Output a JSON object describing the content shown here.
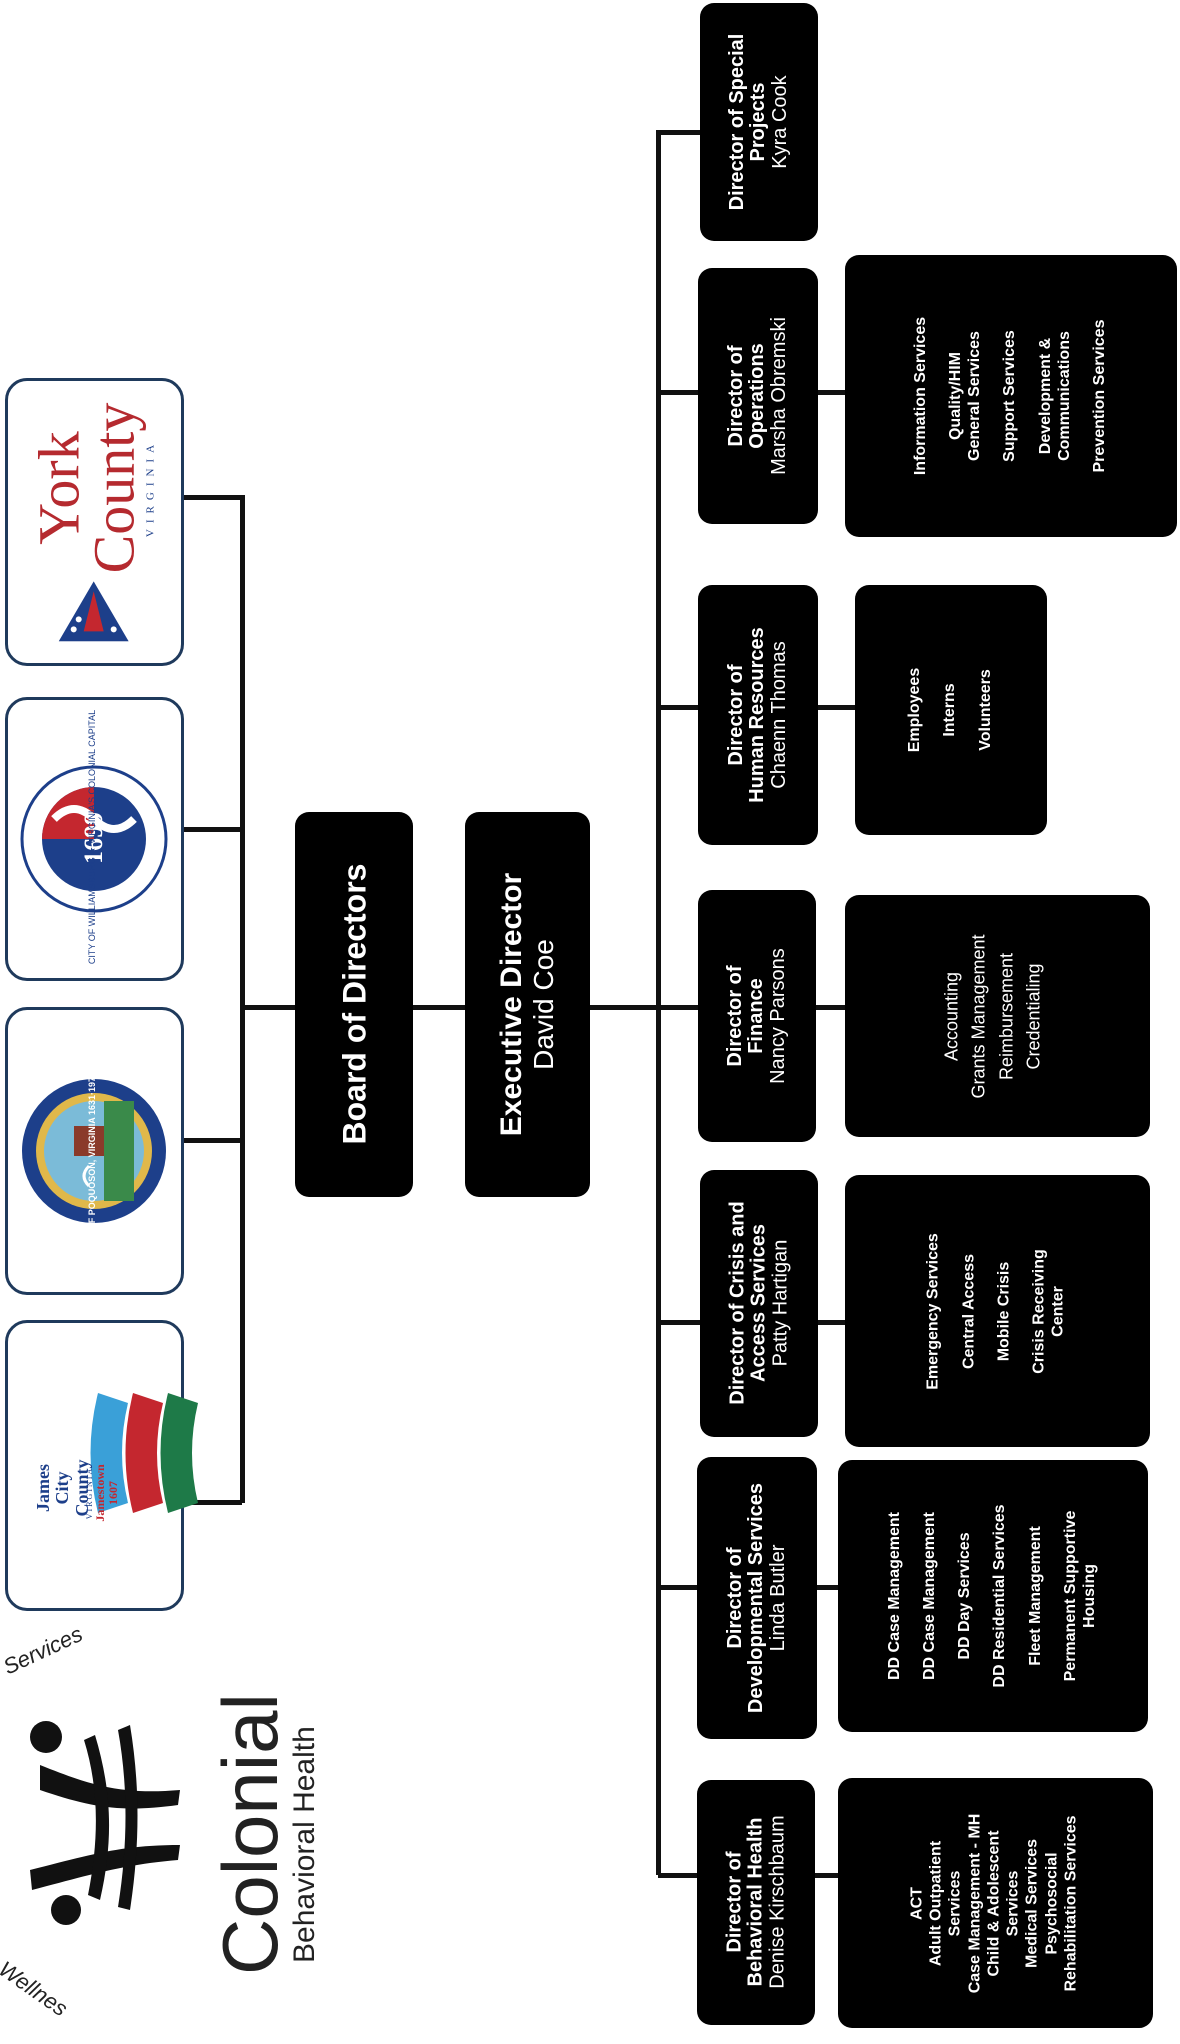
{
  "brand": {
    "name": "Colonial",
    "subtitle": "Behavioral Health",
    "arc_text_top": "Services",
    "arc_text_bottom": "Wellnes"
  },
  "seals": {
    "york": {
      "line1": "York",
      "line2": "County",
      "line3": "VIRGINIA"
    },
    "williamsburg": {
      "year": "1699",
      "ring": "CITY OF WILLIAMSBURG ★ VIRGINIA'S COLONIAL CAPITAL"
    },
    "poquoson": {
      "ring": "CITY OF POQUOSON, VIRGINIA 1631·1975·1952"
    },
    "jcc": {
      "line1": "James",
      "line2": "City",
      "line3": "County",
      "line4": "VIRGINIA",
      "line5": "Jamestown",
      "line6": "1607"
    }
  },
  "board": {
    "title": "Board of Directors"
  },
  "executive": {
    "title": "Executive Director",
    "name": "David Coe"
  },
  "directors": {
    "special": {
      "title1": "Director of Special",
      "title2": "Projects",
      "name": "Kyra Cook"
    },
    "operations": {
      "title1": "Director of",
      "title2": "Operations",
      "name": "Marsha Obremski",
      "items": [
        "Information Services",
        "Quality/HIM",
        "General Services",
        "Support Services",
        "Development &",
        "Communications",
        "Prevention Services"
      ]
    },
    "hr": {
      "title1": "Director of",
      "title2": "Human Resources",
      "name": "Chaenn Thomas",
      "items": [
        "Employees",
        "Interns",
        "Volunteers"
      ]
    },
    "finance": {
      "title1": "Director of",
      "title2": "Finance",
      "name": "Nancy Parsons",
      "items": [
        "Accounting",
        "Grants Management",
        "Reimbursement",
        "Credentialing"
      ]
    },
    "crisis": {
      "title1": "Director of Crisis and",
      "title2": "Access Services",
      "name": "Patty Hartigan",
      "items": [
        "Emergency Services",
        "Central Access",
        "Mobile Crisis",
        "Crisis Receiving",
        "Center"
      ]
    },
    "developmental": {
      "title1": "Director of",
      "title2": "Developmental Services",
      "name": "Linda Butler",
      "items": [
        "DD Case Management",
        "DD Case Management",
        "DD Day Services",
        "DD Residential Services",
        "Fleet Management",
        "Permanent Supportive",
        "Housing"
      ]
    },
    "behavioral": {
      "title1": "Director of",
      "title2": "Behavioral Health",
      "name": "Denise Kirschbaum",
      "items": [
        "ACT",
        "Adult Outpatient",
        "Services",
        "Case Management - MH",
        "Child & Adolescent",
        "Services",
        "Medical Services",
        "Psychosocial",
        "Rehabilitation Services"
      ]
    }
  },
  "colors": {
    "box": "#000000",
    "line": "#111111",
    "seal_border": "#1f3a5c",
    "red": "#c4272f",
    "blue": "#1d3f8a",
    "green": "#1e7a48"
  }
}
